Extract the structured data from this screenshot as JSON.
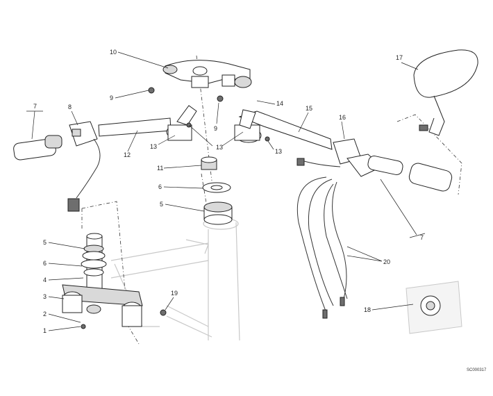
{
  "drawing_code": "SC000317",
  "callouts": {
    "c1": "1",
    "c2": "2",
    "c3": "3",
    "c4": "4",
    "c5a": "5",
    "c5b": "5",
    "c6a": "6",
    "c6b": "6",
    "c7a": "7",
    "c7b": "7",
    "c8": "8",
    "c9a": "9",
    "c9b": "9",
    "c10": "10",
    "c11": "11",
    "c12": "12",
    "c13a": "13",
    "c13b": "13",
    "c13c": "13",
    "c14": "14",
    "c15": "15",
    "c16": "16",
    "c17": "17",
    "c18": "18",
    "c19": "19",
    "c20": "20"
  }
}
